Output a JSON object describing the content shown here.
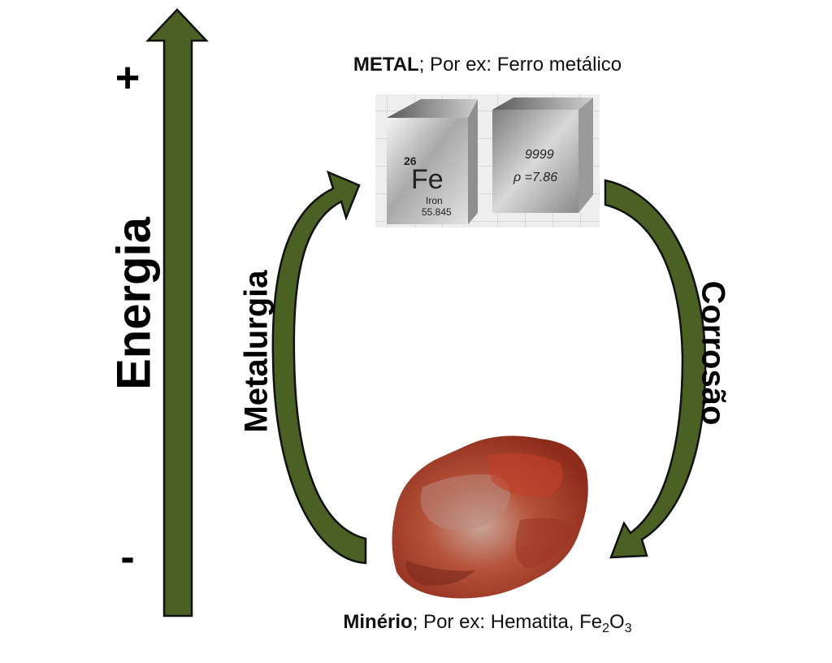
{
  "metal_label": {
    "bold": "METAL",
    "rest": "; Por ex: Ferro metálico"
  },
  "ore_label": {
    "bold": "Minério",
    "rest": "; Por ex: Hematita, Fe",
    "sub1": "2",
    "mid": "O",
    "sub2": "3"
  },
  "energy_axis": {
    "label": "Energia",
    "plus": "+",
    "minus": "-"
  },
  "left_arrow_label": "Metalurgia",
  "right_arrow_label": "Corrosão",
  "cube_left": {
    "number": "26",
    "symbol": "Fe",
    "name": "Iron",
    "mass": "55.845"
  },
  "cube_right": {
    "purity": "9999",
    "density": "ρ =7.86"
  },
  "colors": {
    "arrow_fill": "#4b6123",
    "arrow_stroke": "#111111",
    "ore_red": "#a83a26"
  }
}
